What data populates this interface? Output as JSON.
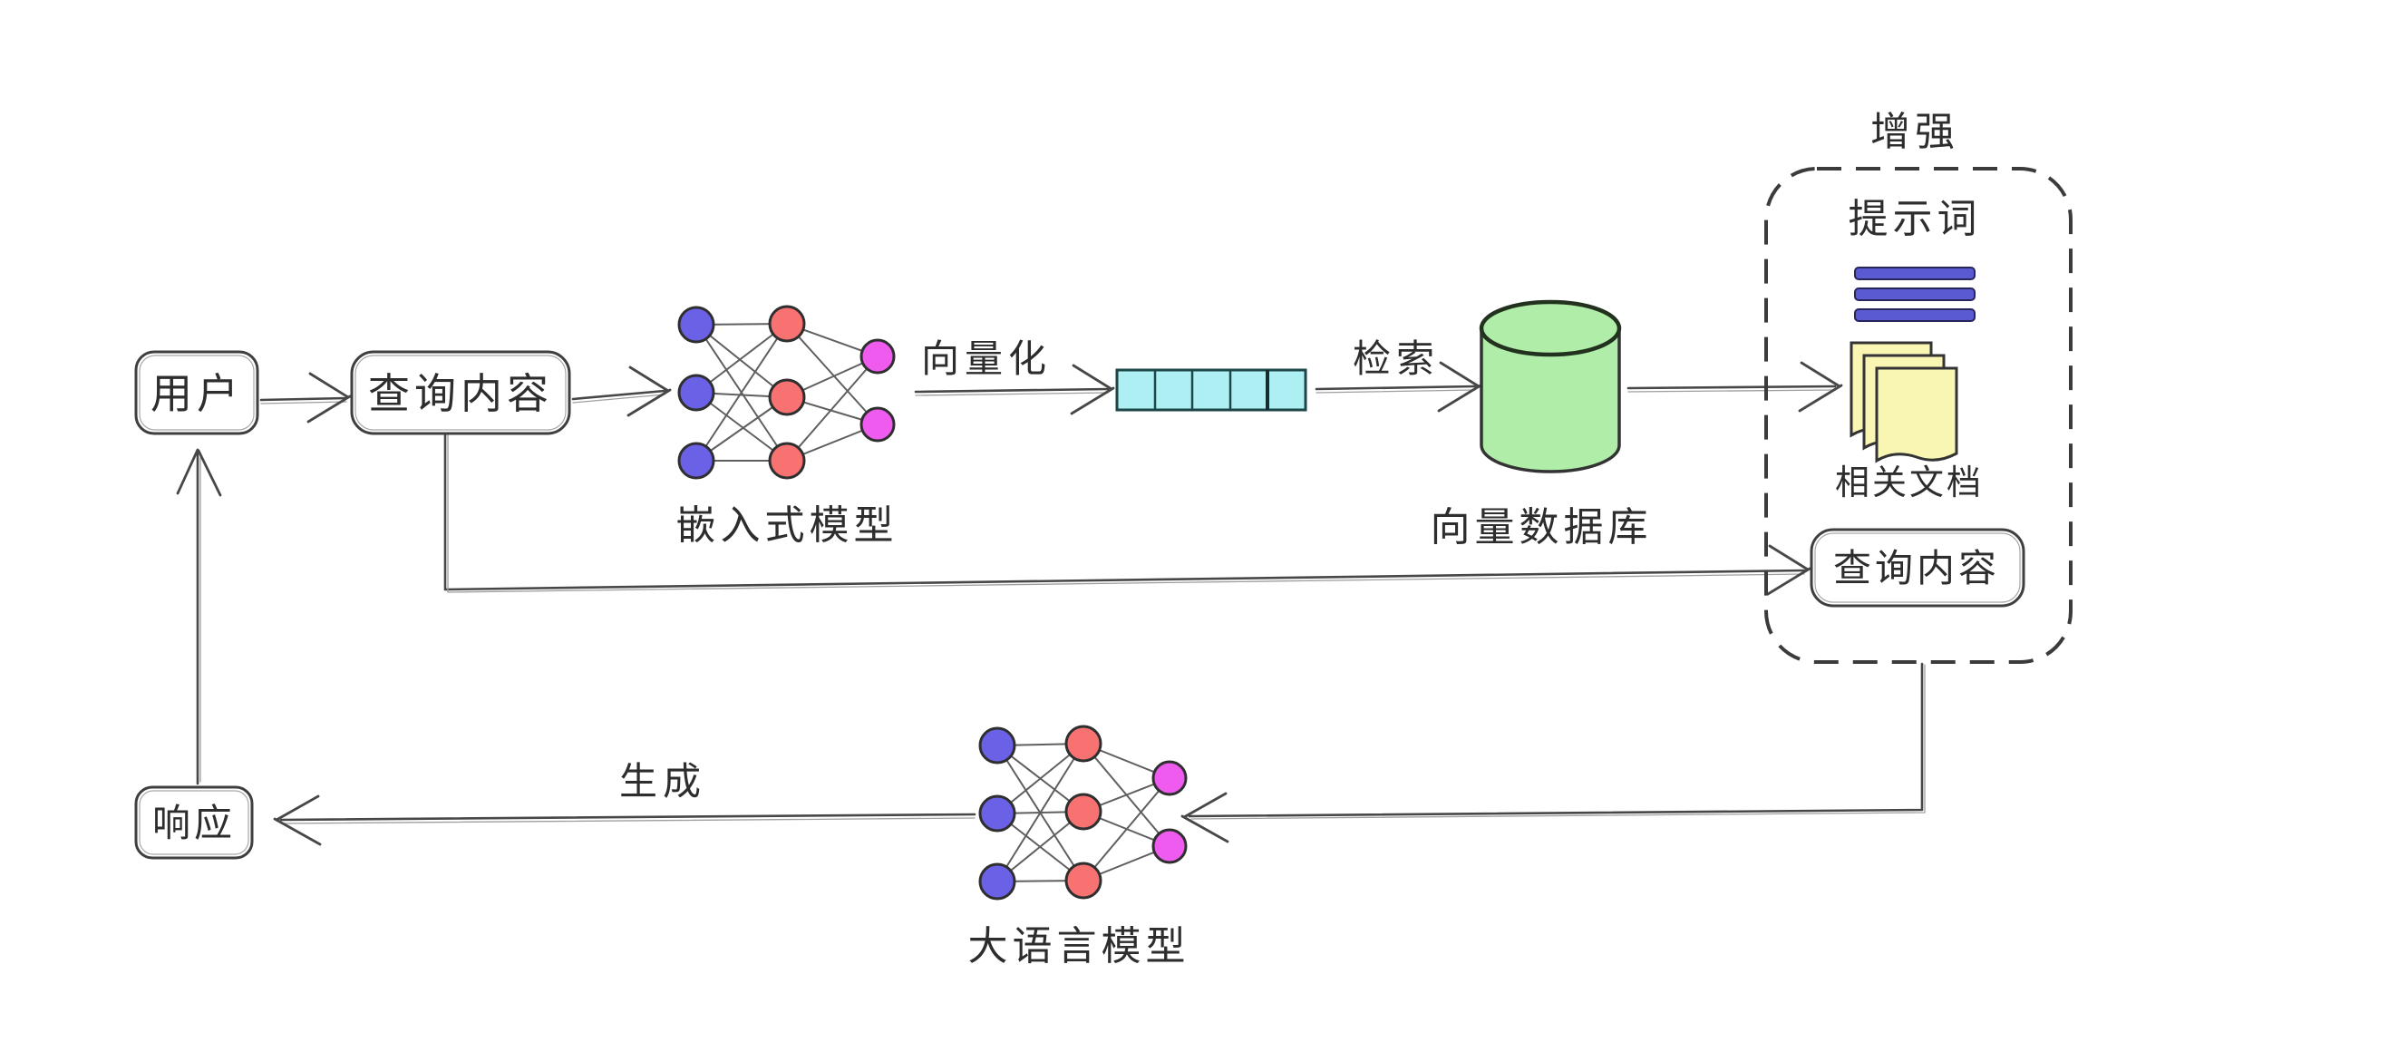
{
  "nodes": {
    "user": {
      "label": "用户"
    },
    "query": {
      "label": "查询内容"
    },
    "embedding_model": {
      "label": "嵌入式模型"
    },
    "vector_db": {
      "label": "向量数据库"
    },
    "augmented_prompt": {
      "title": "增强",
      "prompt_label": "提示词",
      "related_docs_label": "相关文档",
      "query_label": "查询内容"
    },
    "llm": {
      "label": "大语言模型"
    },
    "response": {
      "label": "响应"
    }
  },
  "edges": {
    "vectorize": "向量化",
    "retrieve": "检索",
    "generate": "生成"
  },
  "colors": {
    "nn_input_node": "#6b61e6",
    "nn_hidden_node": "#f87272",
    "nn_output_node": "#ee5bee",
    "vector_cell": "#aeeff3",
    "database": "#afeda8",
    "prompt_bar": "#5a5ad2",
    "document": "#f9f6b4",
    "stroke": "#3f3f3f"
  }
}
